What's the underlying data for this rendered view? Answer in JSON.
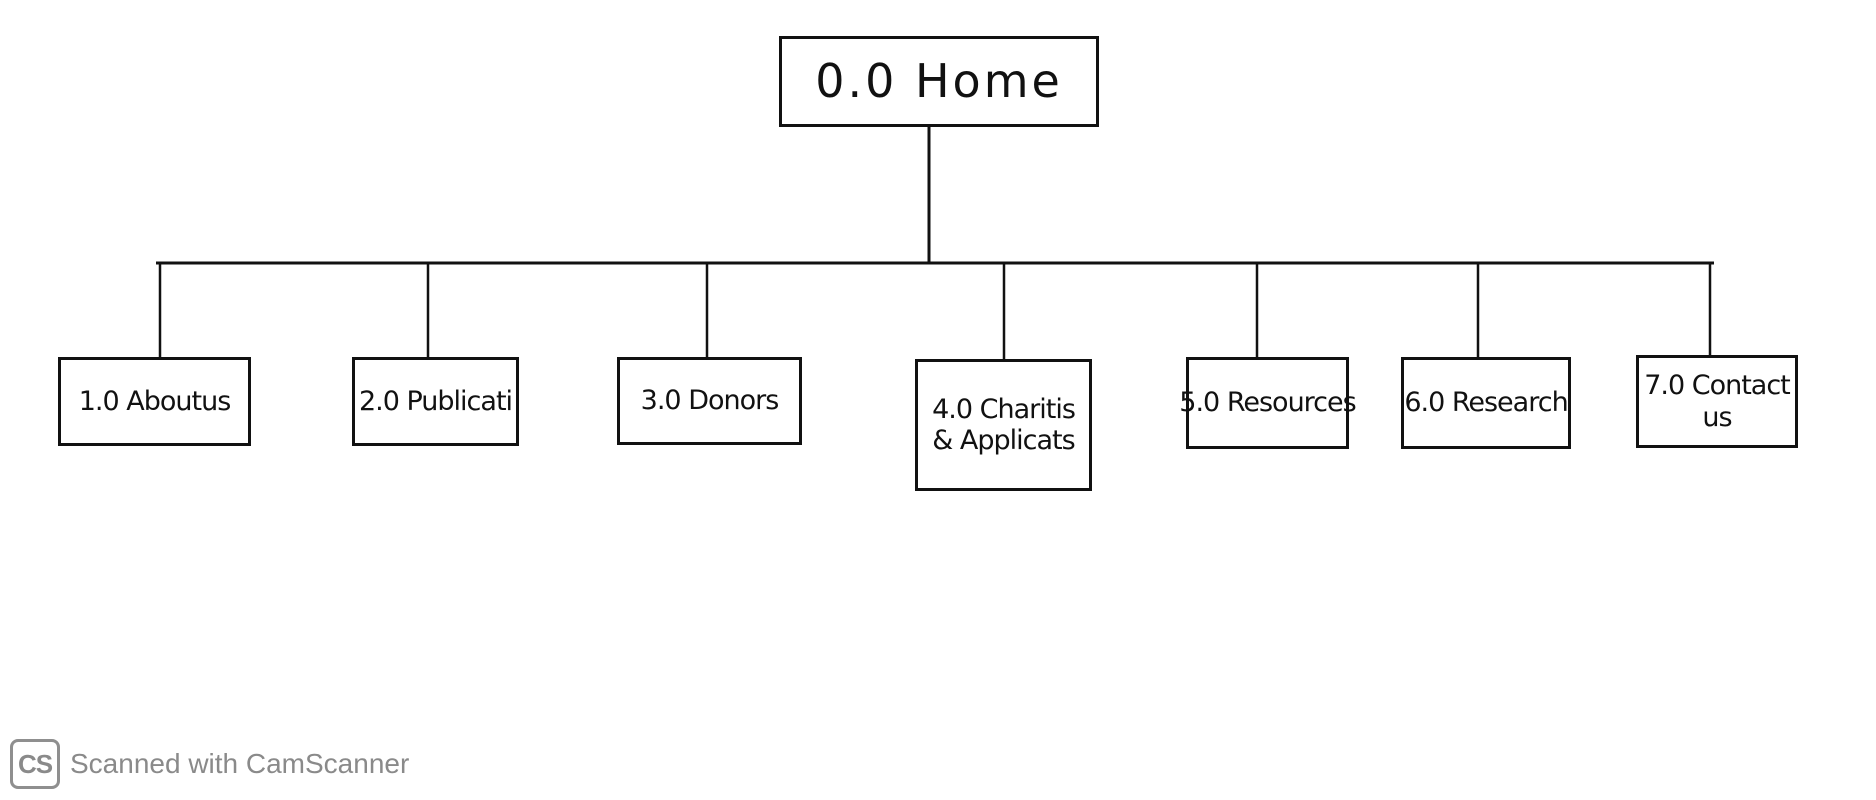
{
  "diagram": {
    "root": {
      "id": "home",
      "label": "0.0 Home"
    },
    "children": [
      {
        "id": "about",
        "label": "1.0 Aboutus"
      },
      {
        "id": "publications",
        "label": "2.0 Publicati"
      },
      {
        "id": "donors",
        "label": "3.0 Donors"
      },
      {
        "id": "charities",
        "label": "4.0 Charitis & Applicats"
      },
      {
        "id": "resources",
        "label": "5.0 Resources"
      },
      {
        "id": "research",
        "label": "6.0 Research"
      },
      {
        "id": "contact",
        "label": "7.0 Contact us"
      }
    ]
  },
  "watermark": {
    "logo_text": "CS",
    "text": "Scanned with CamScanner"
  },
  "colors": {
    "ink": "#111111",
    "watermark": "#8a8a8a"
  }
}
